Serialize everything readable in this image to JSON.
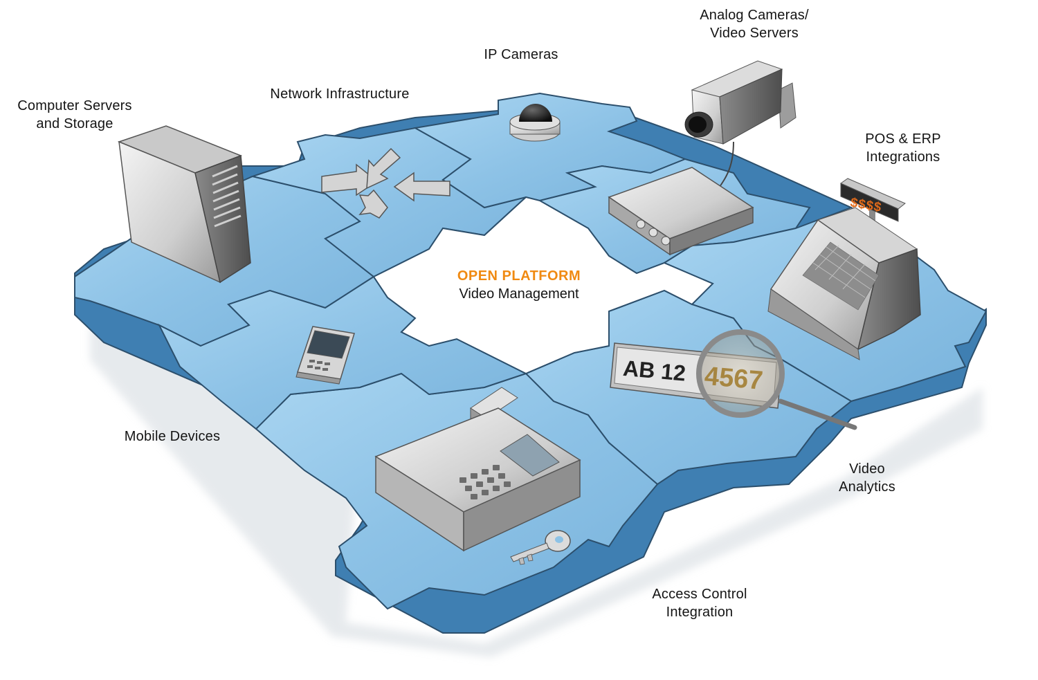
{
  "center": {
    "title": "OPEN PLATFORM",
    "subtitle": "Video Management"
  },
  "labels": {
    "computer_servers": [
      "Computer Servers",
      "and Storage"
    ],
    "network_infrastructure": [
      "Network Infrastructure"
    ],
    "ip_cameras": [
      "IP Cameras"
    ],
    "analog_cameras": [
      "Analog Cameras/",
      "Video Servers"
    ],
    "pos_erp": [
      "POS & ERP",
      "Integrations"
    ],
    "video_analytics": [
      "Video",
      "Analytics"
    ],
    "access_control": [
      "Access Control",
      "Integration"
    ],
    "mobile_devices": [
      "Mobile Devices"
    ]
  },
  "register_display": "$$$$",
  "license_plate": {
    "left": "AB 12",
    "right": "4567"
  },
  "colors": {
    "puzzle_top": "#8fc3e6",
    "puzzle_side": "#3f7fb2",
    "puzzle_edge": "#2c4f6c",
    "center_title": "#f08a12",
    "device_light": "#e8e8e8",
    "device_dark": "#6a6a6a",
    "register_text": "#e06a1a"
  },
  "icons": [
    "server-tower-icon",
    "network-arrows-icon",
    "dome-camera-icon",
    "bullet-camera-icon",
    "video-server-box-icon",
    "cash-register-icon",
    "magnifier-plate-icon",
    "card-reader-icon",
    "key-icon",
    "mobile-phone-icon"
  ]
}
